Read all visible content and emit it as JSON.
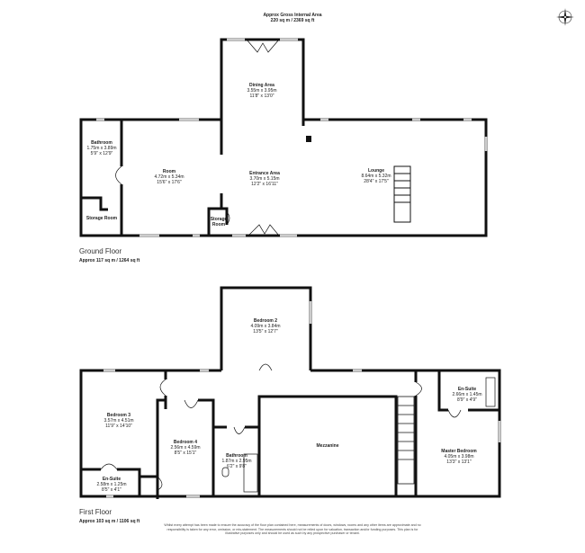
{
  "header": {
    "gross_area_label": "Approx Gross Internal Area",
    "gross_area_value": "220 sq m / 2369 sq ft"
  },
  "compass": {
    "icon": "compass-rose-icon",
    "north": "N",
    "south": "S",
    "east": "E",
    "west": "W"
  },
  "ground_floor": {
    "title": "Ground Floor",
    "area": "Approx 117 sq m / 1264 sq ft",
    "rooms": [
      {
        "name": "Dining Area",
        "metric": "3.55m x 3.95m",
        "imperial": "11'8\" x 13'0\""
      },
      {
        "name": "Bathroom",
        "metric": "1.75m x 3.89m",
        "imperial": "5'9\" x 12'9\""
      },
      {
        "name": "Room",
        "metric": "4.72m x 5.34m",
        "imperial": "15'6\" x 17'6\""
      },
      {
        "name": "Entrance Area",
        "metric": "3.70m x 5.15m",
        "imperial": "12'2\" x 16'11\""
      },
      {
        "name": "Lounge",
        "metric": "8.64m x 5.32m",
        "imperial": "28'4\" x 17'5\""
      },
      {
        "name": "Storage Room"
      },
      {
        "name": "Storage Room"
      }
    ]
  },
  "first_floor": {
    "title": "First Floor",
    "area": "Approx 103 sq m / 1106 sq ft",
    "rooms": [
      {
        "name": "Bedroom 2",
        "metric": "4.09m x 3.84m",
        "imperial": "13'5\" x 12'7\""
      },
      {
        "name": "Bedroom 3",
        "metric": "3.57m x 4.51m",
        "imperial": "11'9\" x 14'10\""
      },
      {
        "name": "Bedroom 4",
        "metric": "2.56m x 4.59m",
        "imperial": "8'5\" x 15'1\""
      },
      {
        "name": "Bathroom",
        "metric": "1.87m x 2.95m",
        "imperial": "6'2\" x 9'8\""
      },
      {
        "name": "Mezzanine"
      },
      {
        "name": "En-Suite",
        "metric": "2.66m x 1.45m",
        "imperial": "8'9\" x 4'9\""
      },
      {
        "name": "Master Bedroom",
        "metric": "4.05m x 3.98m",
        "imperial": "13'3\" x 13'1\""
      },
      {
        "name": "En-Suite",
        "metric": "2.58m x 1.25m",
        "imperial": "8'5\" x 4'1\""
      }
    ]
  },
  "disclaimer": "Whilst every attempt has been made to ensure the accuracy of the floor plan contained here, measurements of doors, windows, rooms and any other items are approximate and no responsibility is taken for any error, omission, or mis-statement. The measurements should not be relied upon for valuation, transaction and/or funding purposes. This plan is for illustrative purposes only and should be used as such by any prospective purchaser or tenant.",
  "colors": {
    "wall": "#111111",
    "window": "#cfcfcf"
  }
}
